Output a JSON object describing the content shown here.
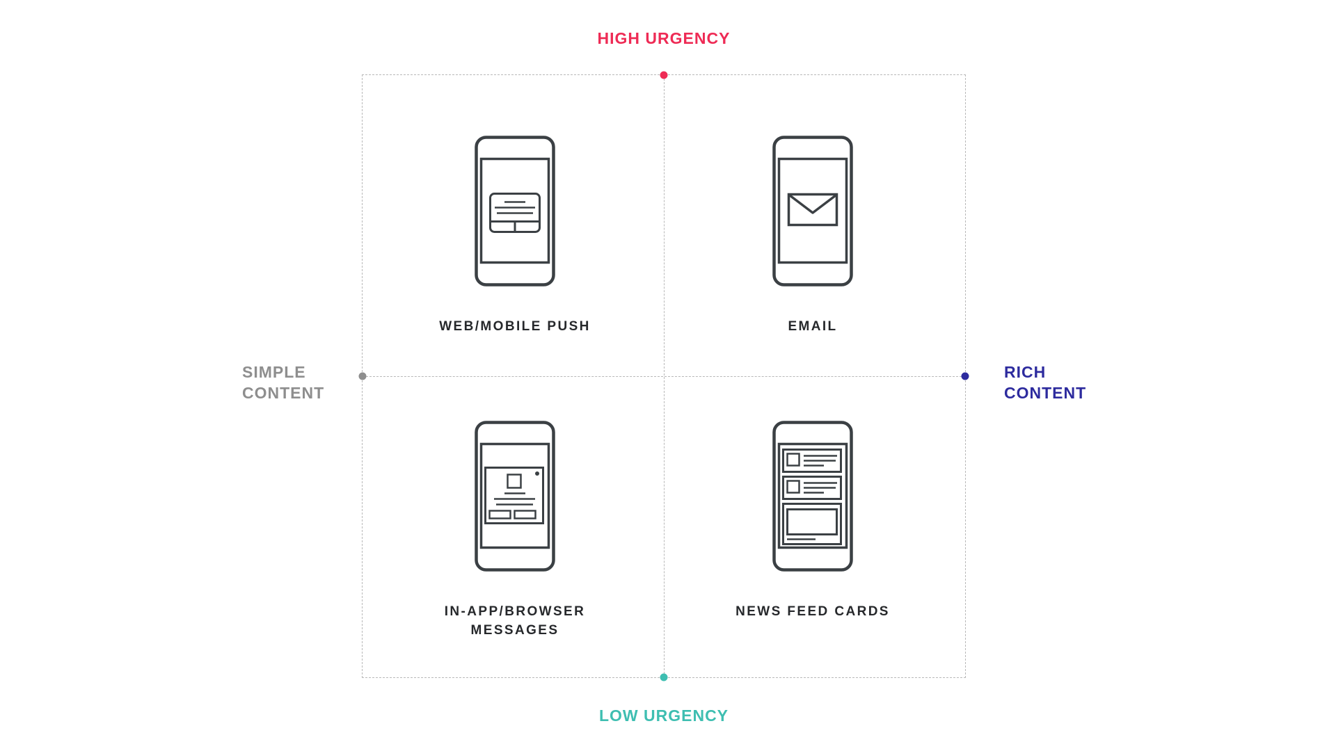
{
  "diagram": {
    "type": "2x2-matrix",
    "grid": {
      "line_color": "#B8B8B8",
      "line_style": "dashed"
    },
    "icon_color": "#3B4044",
    "caption_color": "#26282B",
    "axes": {
      "top": {
        "label": "HIGH URGENCY",
        "color": "#EE2B55"
      },
      "bottom": {
        "label": "LOW URGENCY",
        "color": "#3EBEB1"
      },
      "left": {
        "lines": [
          "SIMPLE",
          "CONTENT"
        ],
        "color": "#8E8E8E"
      },
      "right": {
        "lines": [
          "RICH",
          "CONTENT"
        ],
        "color": "#2D2B9E"
      }
    },
    "quadrants": [
      {
        "position": "top-left",
        "icon": "phone-push-notification-icon",
        "caption_lines": [
          "WEB/MOBILE PUSH"
        ]
      },
      {
        "position": "top-right",
        "icon": "phone-email-icon",
        "caption_lines": [
          "EMAIL"
        ]
      },
      {
        "position": "bottom-left",
        "icon": "phone-in-app-message-icon",
        "caption_lines": [
          "IN-APP/BROWSER",
          "MESSAGES"
        ]
      },
      {
        "position": "bottom-right",
        "icon": "phone-news-feed-icon",
        "caption_lines": [
          "NEWS FEED CARDS"
        ]
      }
    ]
  }
}
